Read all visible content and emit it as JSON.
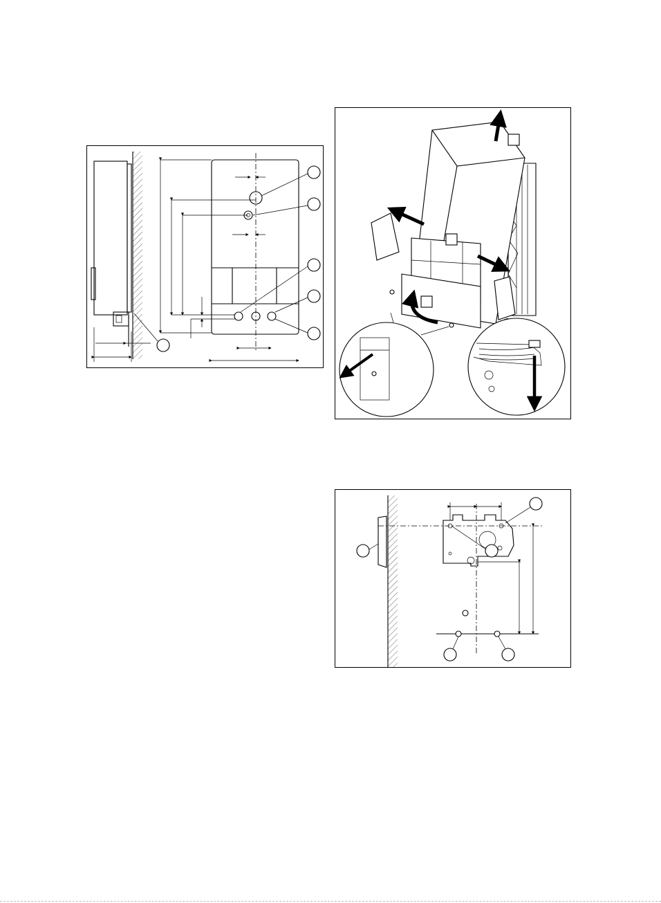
{
  "figures": [
    {
      "id": "wall-mounting-dimensions",
      "callouts": [
        "",
        "",
        "",
        "",
        "",
        ""
      ]
    },
    {
      "id": "casing-removal",
      "step_boxes": [
        "",
        "",
        "",
        "",
        ""
      ]
    },
    {
      "id": "mounting-bracket",
      "callouts": [
        "",
        "",
        "",
        "",
        ""
      ]
    }
  ]
}
